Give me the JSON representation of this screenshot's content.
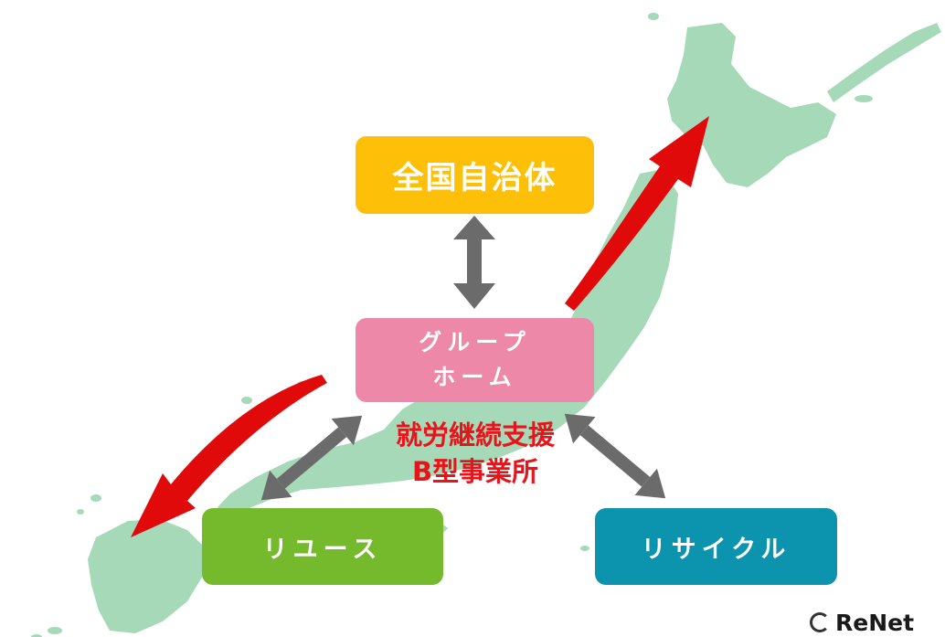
{
  "nodes": {
    "government": "全国自治体",
    "group_home_line1": "グループ",
    "group_home_line2": "ホーム",
    "reuse": "リユース",
    "recycle": "リサイクル"
  },
  "center_label": {
    "line1": "就労継続支援",
    "line2": "B型事業所"
  },
  "logo": {
    "text": "ReNet"
  },
  "colors": {
    "map": "#a6d9b8",
    "government": "#fdbf07",
    "group_home": "#ed88a8",
    "reuse": "#75b92c",
    "recycle": "#0c93ad",
    "center_label": "#e8141b",
    "connector_arrows": "#6b6b6b",
    "expansion_arrows": "#e00a0a"
  }
}
